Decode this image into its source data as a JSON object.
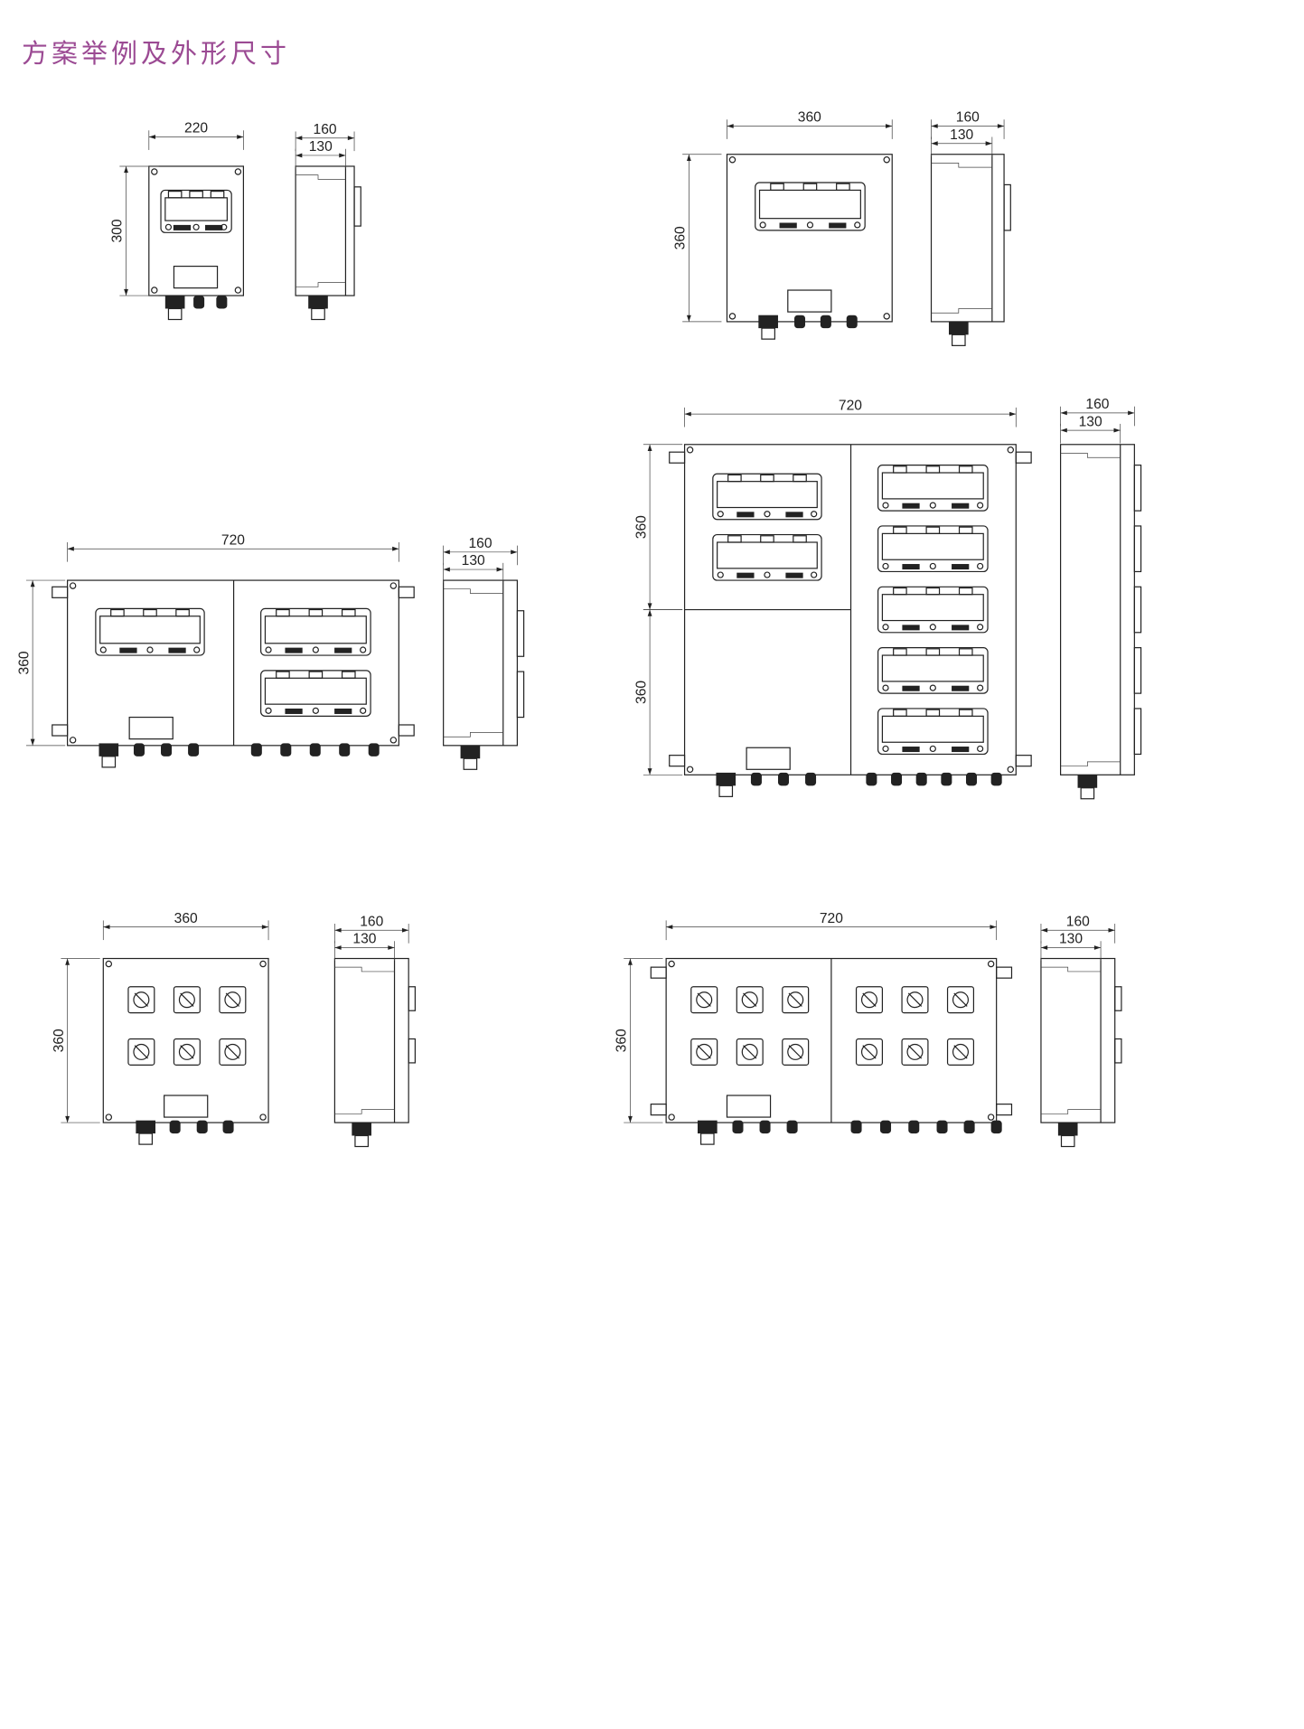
{
  "title": "方案举例及外形尺寸",
  "drawings": [
    {
      "name": "single-window-220x300",
      "front_width": "220",
      "front_height": "300",
      "side_depth": "160",
      "side_inner": "130"
    },
    {
      "name": "single-window-360x360",
      "front_width": "360",
      "front_height": "360",
      "side_depth": "160",
      "side_inner": "130"
    },
    {
      "name": "three-window-720x360",
      "front_width": "720",
      "front_height": "360",
      "side_depth": "160",
      "side_inner": "130"
    },
    {
      "name": "seven-window-720x720",
      "front_width": "720",
      "front_height_upper": "360",
      "front_height_lower": "360",
      "side_depth": "160",
      "side_inner": "130"
    },
    {
      "name": "six-switch-360x360",
      "front_width": "360",
      "front_height": "360",
      "side_depth": "160",
      "side_inner": "130"
    },
    {
      "name": "twelve-switch-720x360",
      "front_width": "720",
      "front_height": "360",
      "side_depth": "160",
      "side_inner": "130"
    }
  ]
}
